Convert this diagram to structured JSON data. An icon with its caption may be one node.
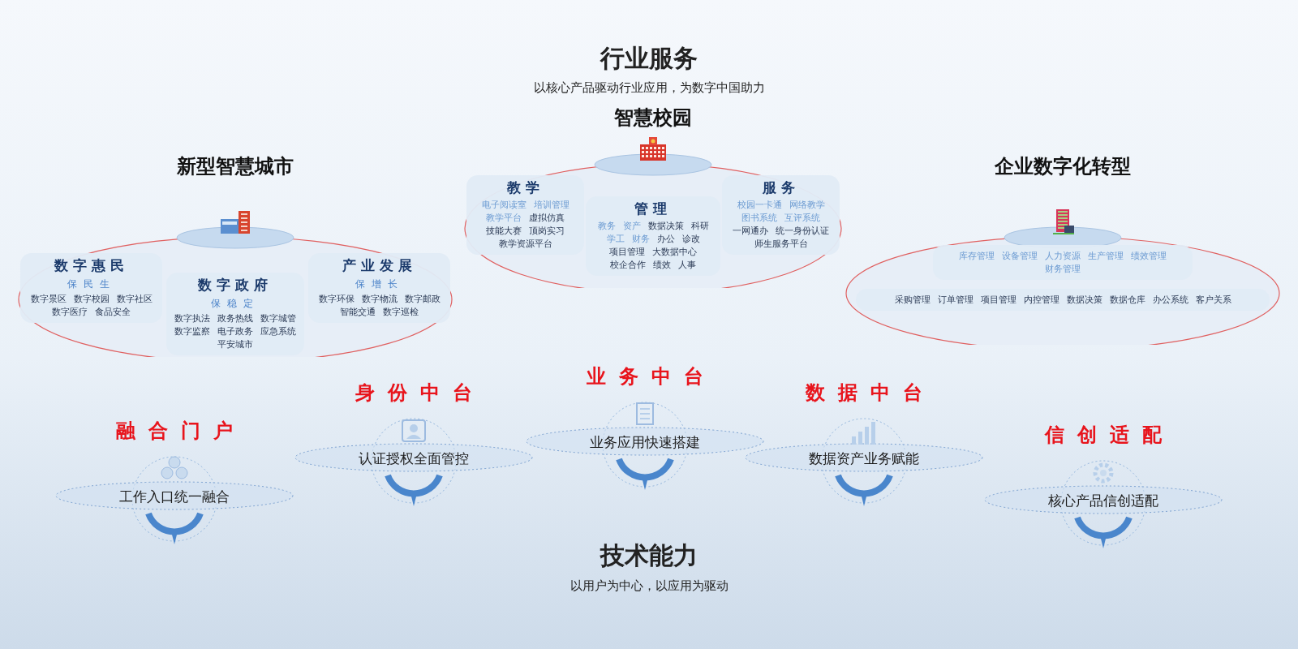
{
  "diagram": {
    "title": "行业服务",
    "nodes": [
      {
        "text": [
          "新型智慧城市"
        ]
      },
      {
        "text": [
          "数字惠民",
          "保民生",
          "数字景区",
          "数字校园",
          "数字社区",
          "数字医疗",
          "食品安全"
        ],
        "in": 0
      },
      {
        "text": [
          "数字政府",
          "保稳定",
          "数字执法",
          "政务热线",
          "数字城管",
          "数字监察",
          "电子政务",
          "应急系统",
          "平安城市"
        ],
        "in": 0
      },
      {
        "text": [
          "产业发展",
          "保增长",
          "数字环保",
          "数字物流",
          "数字邮政",
          "智能交通",
          "数字巡检"
        ],
        "in": 0
      },
      {
        "text": [
          "智慧校园"
        ]
      },
      {
        "text": [
          "教学",
          "电子阅读室",
          "培训管理",
          "教学平台",
          "虚拟仿真",
          "技能大赛",
          "顶岗实习",
          "教学资源平台"
        ],
        "in": 4
      },
      {
        "text": [
          "管理",
          "教务",
          "资产",
          "数据决策",
          "科研",
          "学工",
          "财务",
          "办公",
          "诊改",
          "项目管理",
          "大数据中心",
          "校企合作",
          "绩效",
          "人事"
        ],
        "in": 4
      },
      {
        "text": [
          "服务",
          "校园一卡通",
          "网络教学",
          "图书系统",
          "互评系统",
          "一网通办",
          "统一身份认证",
          "师生服务平台"
        ],
        "in": 4
      },
      {
        "text": [
          "企业数字化转型"
        ]
      },
      {
        "text": [
          "库存管理",
          "设备管理",
          "人力资源",
          "生产管理",
          "绩效管理",
          "财务管理"
        ],
        "in": 8
      },
      {
        "text": [
          "采购管理",
          "订单管理",
          "项目管理",
          "内控管理",
          "数据决策",
          "数据仓库",
          "办公系统",
          "客户关系"
        ],
        "in": 8
      },
      {
        "text": [
          "融合门户",
          "工作入口统一融合"
        ]
      },
      {
        "text": [
          "身份中台",
          "认证授权全面管控"
        ]
      },
      {
        "text": [
          "业务中台",
          "业务应用快速搭建"
        ]
      },
      {
        "text": [
          "数据中台",
          "数据资产业务赋能"
        ]
      },
      {
        "text": [
          "信创适配",
          "核心产品信创适配"
        ]
      }
    ],
    "labels": [
      "以核心产品驱动行业应用，为数字中国助力",
      "技术能力",
      "以用户为中心，以应用为驱动"
    ]
  }
}
